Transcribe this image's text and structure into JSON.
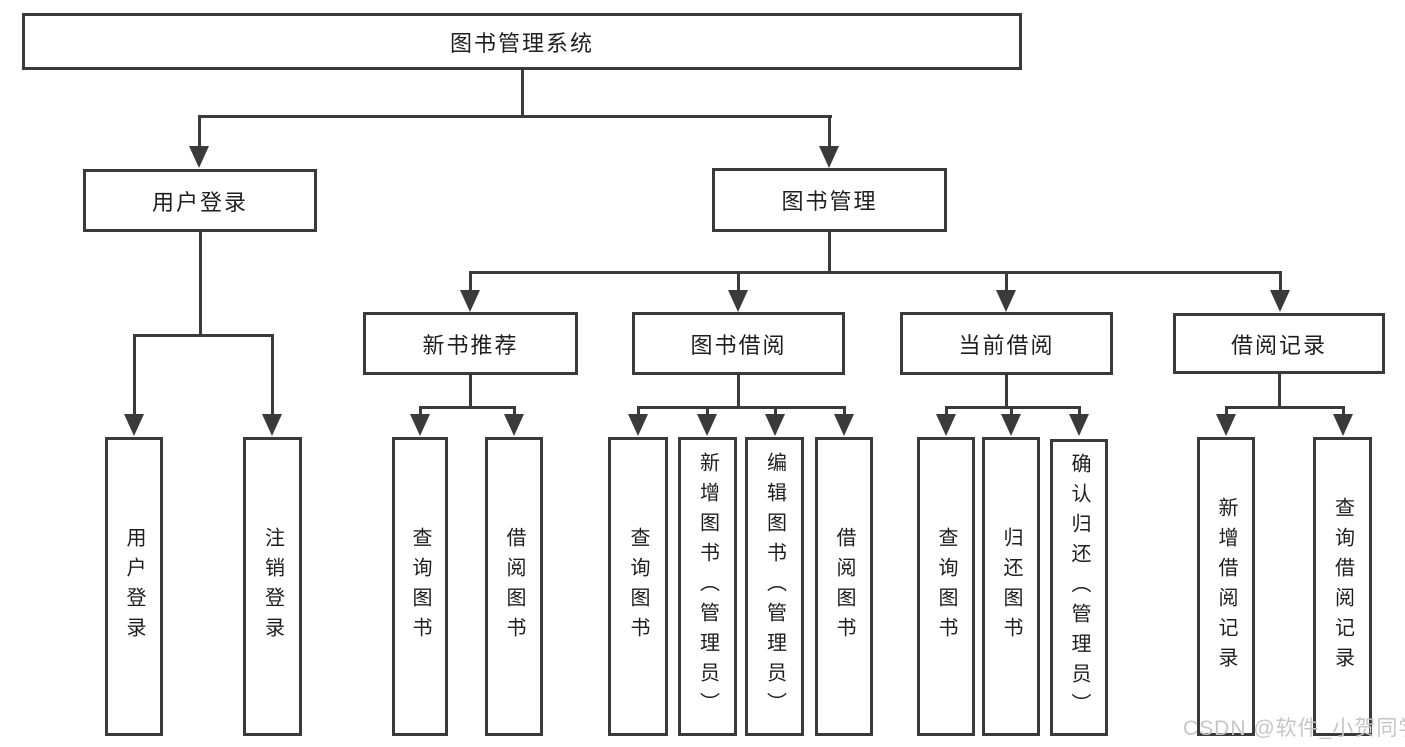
{
  "diagram_type": "hierarchy-tree",
  "colors": {
    "background": "#ffffff",
    "line": "#3a3a3a",
    "box_border": "#3a3a3a",
    "text": "#1e1e1e",
    "watermark": "#c6c6c6"
  },
  "tree": {
    "root": {
      "label": "图书管理系统"
    },
    "level2": [
      {
        "label": "用户登录",
        "children": [
          {
            "label": "用户登录"
          },
          {
            "label": "注销登录"
          }
        ]
      },
      {
        "label": "图书管理",
        "children": [
          {
            "label": "新书推荐",
            "children": [
              {
                "label": "查询图书"
              },
              {
                "label": "借阅图书"
              }
            ]
          },
          {
            "label": "图书借阅",
            "children": [
              {
                "label": "查询图书"
              },
              {
                "label": "新增图书（管理员）"
              },
              {
                "label": "编辑图书（管理员）"
              },
              {
                "label": "借阅图书"
              }
            ]
          },
          {
            "label": "当前借阅",
            "children": [
              {
                "label": "查询图书"
              },
              {
                "label": "归还图书"
              },
              {
                "label": "确认归还（管理员）"
              }
            ]
          },
          {
            "label": "借阅记录",
            "children": [
              {
                "label": "新增借阅记录"
              },
              {
                "label": "查询借阅记录"
              }
            ]
          }
        ]
      }
    ]
  },
  "watermark": {
    "text": "CSDN @软件_小贺同学"
  }
}
